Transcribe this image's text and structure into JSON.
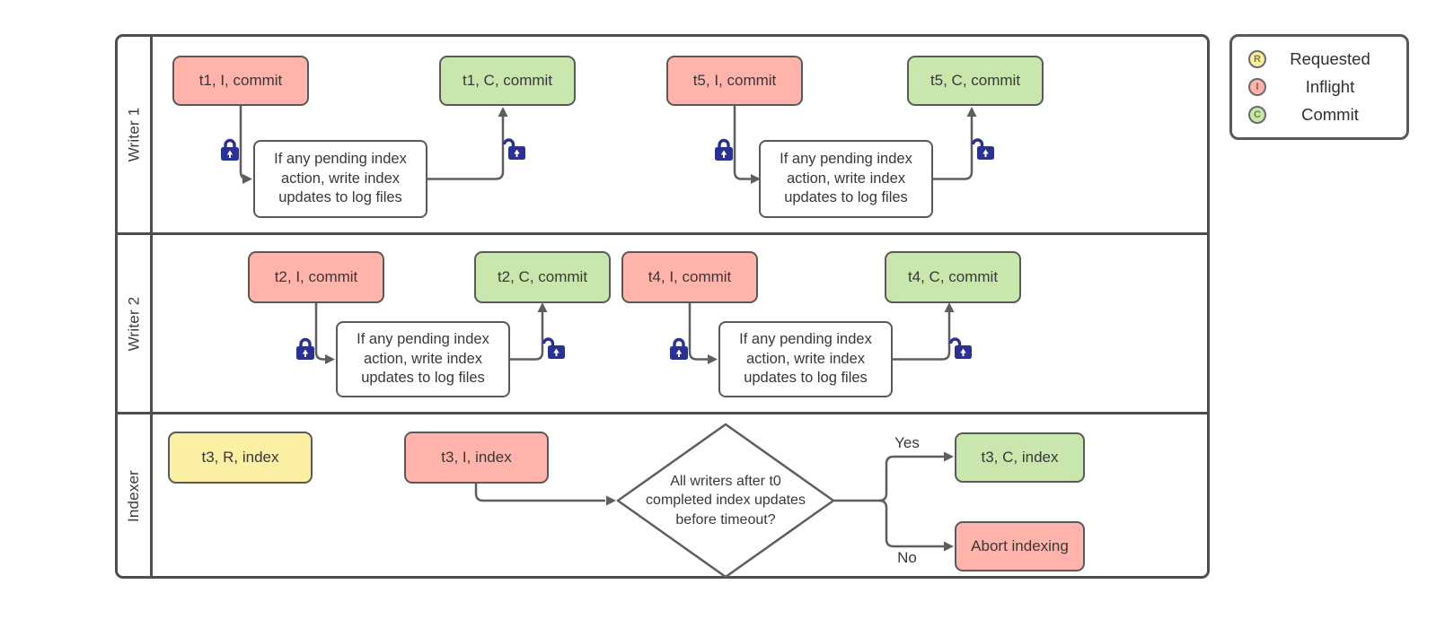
{
  "pool": {
    "lanes": [
      {
        "label": "Writer 1",
        "sequences": [
          {
            "start": "t1, I, commit",
            "process": "If any pending index action, write index updates to log files",
            "end": "t1, C, commit"
          },
          {
            "start": "t5, I, commit",
            "process": "If any pending index action, write index updates to log files",
            "end": "t5, C, commit"
          }
        ]
      },
      {
        "label": "Writer 2",
        "sequences": [
          {
            "start": "t2, I, commit",
            "process": "If any pending index action, write index updates to log files",
            "end": "t2, C, commit"
          },
          {
            "start": "t4, I, commit",
            "process": "If any pending index action, write index updates to log files",
            "end": "t4, C, commit"
          }
        ]
      },
      {
        "label": "Indexer",
        "requested": "t3, R, index",
        "inflight": "t3, I, index",
        "decision": "All writers after t0 completed index updates before timeout?",
        "yes_label": "Yes",
        "no_label": "No",
        "yes_target": "t3, C, index",
        "no_target": "Abort indexing"
      }
    ]
  },
  "legend": {
    "items": [
      {
        "letter": "R",
        "label": "Requested",
        "color": "#faefa2"
      },
      {
        "letter": "I",
        "label": "Inflight",
        "color": "#ffb3ab"
      },
      {
        "letter": "C",
        "label": "Commit",
        "color": "#c9e7ad"
      }
    ]
  },
  "colors": {
    "inflight_fill": "#ffb3ab",
    "commit_fill": "#c9e7ad",
    "requested_fill": "#faefa2",
    "node_border": "#595959",
    "pool_border": "#4e4e4e",
    "connector": "#5e5e5e",
    "lock": "#2b3193"
  }
}
